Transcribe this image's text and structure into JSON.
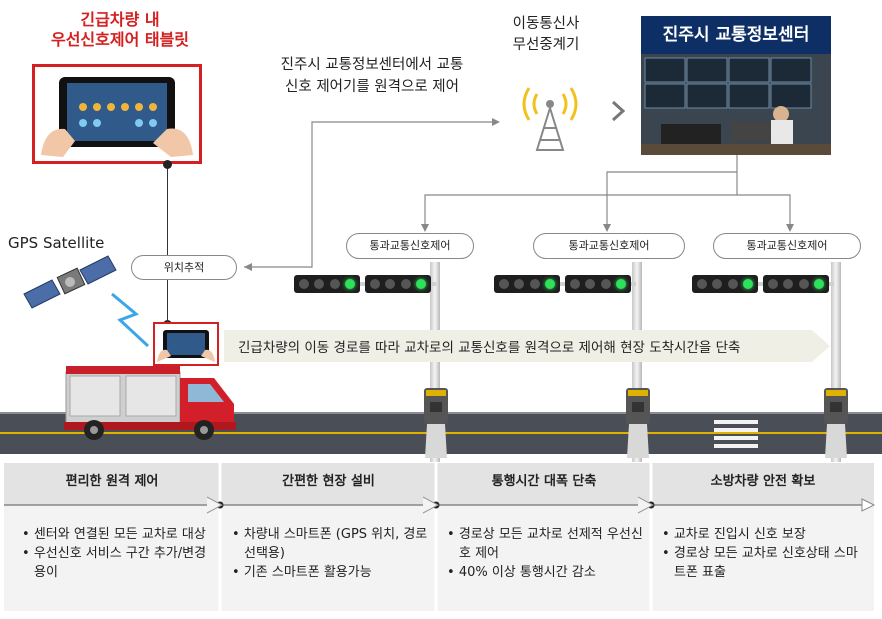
{
  "tablet_title": [
    "긴급차량 내",
    "우선신호제어 태블릿"
  ],
  "relay_title": [
    "이동통신사",
    "무선중계기"
  ],
  "center_title": "진주시 교통정보센터",
  "remote_text": [
    "진주시 교통정보센터에서 교통",
    "신호 제어기를 원격으로 제어"
  ],
  "gps_label": "GPS Satellite",
  "tracking_label": "위치추적",
  "signal_labels": [
    "통과교통신호제어",
    "통과교통신호제어",
    "통과교통신호제어"
  ],
  "banner_text": "긴급차량의 이동 경로를 따라 교차로의 교통신호를 원격으로 제어해 현장 도착시간을 단축",
  "sections": [
    {
      "title": "편리한 원격 제어",
      "bullets": [
        "센터와 연결된 모든 교차로 대상",
        "우선신호 서비스 구간 추가/변경 용이"
      ]
    },
    {
      "title": "간편한 현장 설비",
      "bullets": [
        "차량내 스마트폰 (GPS 위치, 경로선택용)",
        "기존 스마트폰 활용가능"
      ]
    },
    {
      "title": "통행시간 대폭 단축",
      "bullets": [
        "경로상 모든 교차로 선제적 우선신호 제어",
        "40% 이상 통행시간 감소"
      ]
    },
    {
      "title": "소방차량 안전 확보",
      "bullets": [
        "교차로 진입시 신호 보장",
        "경로상 모든 교차로 신호상태 스마트폰 표출"
      ]
    }
  ],
  "colors": {
    "accent_red": "#d42020",
    "center_navy": "#0e2f66",
    "signal_green": "#2ee05a",
    "road": "#4a4e56"
  },
  "icons": [
    "tablet-icon",
    "satellite-icon",
    "antenna-tower-icon",
    "chevron-right-icon",
    "control-room-photo",
    "fire-truck-icon",
    "traffic-light-icon",
    "signal-controller-icon",
    "lightning-icon"
  ]
}
